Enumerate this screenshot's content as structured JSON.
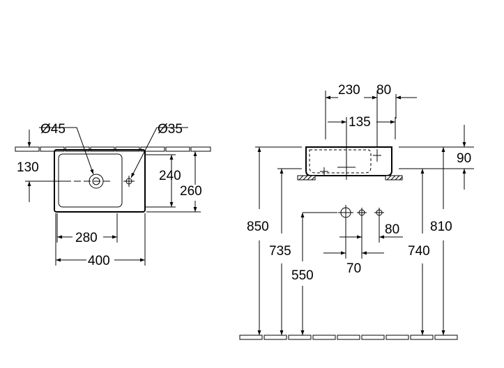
{
  "top_view": {
    "drain_diameter": "Ø45",
    "tap_diameter": "Ø35",
    "dim_130": "130",
    "dim_240": "240",
    "dim_260": "260",
    "dim_280": "280",
    "dim_400": "400"
  },
  "front_view": {
    "dim_230": "230",
    "dim_80_top": "80",
    "dim_135": "135",
    "dim_90": "90",
    "dim_850": "850",
    "dim_735": "735",
    "dim_550": "550",
    "dim_740": "740",
    "dim_810": "810",
    "dim_80_side": "80",
    "dim_70": "70"
  },
  "colors": {
    "line": "#000000",
    "background": "#ffffff"
  }
}
